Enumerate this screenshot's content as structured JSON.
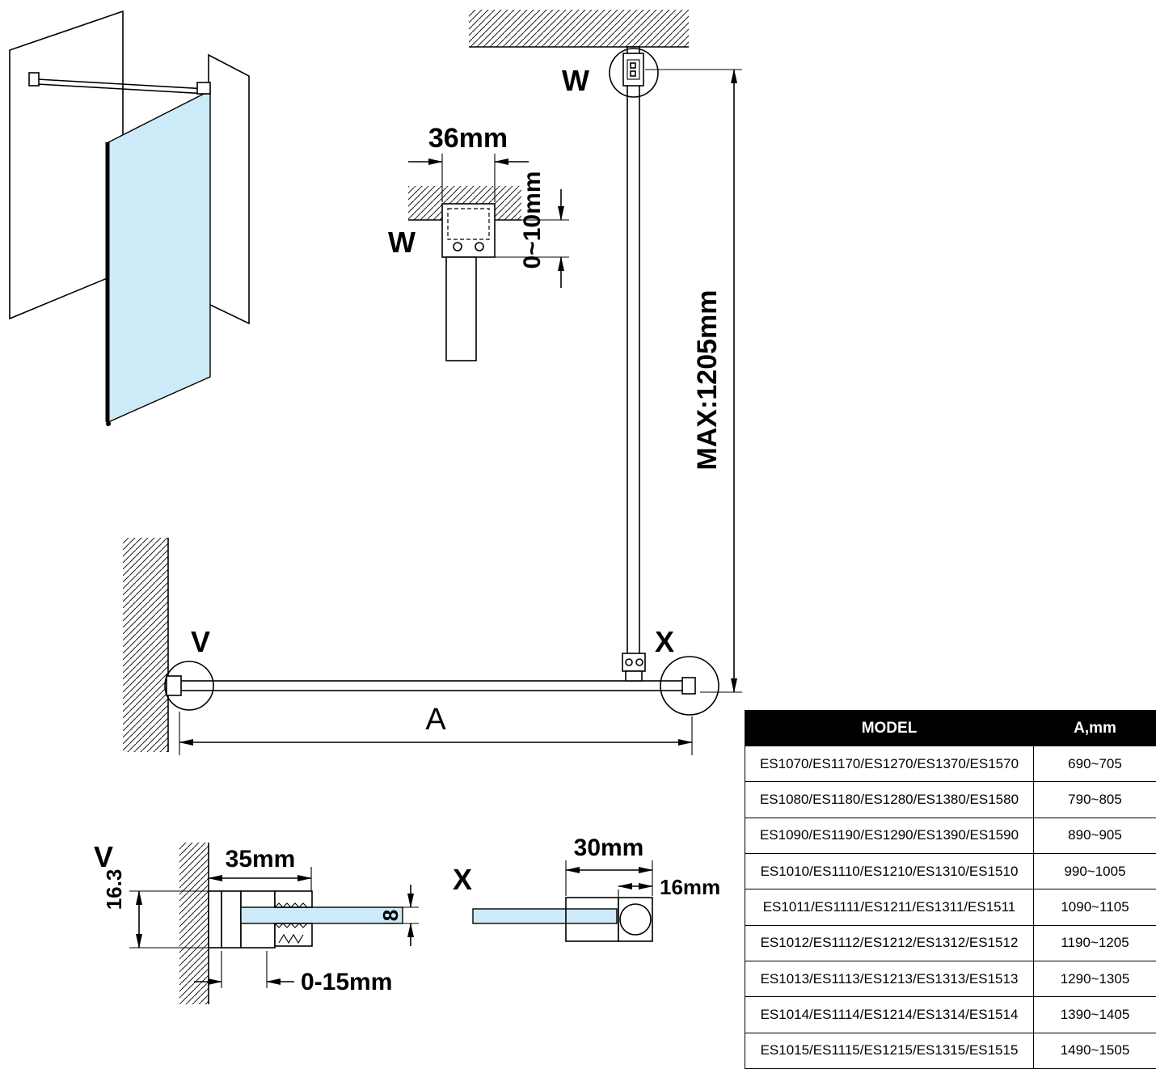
{
  "labels": {
    "w": "W",
    "v": "V",
    "x": "X",
    "a": "A",
    "dim36": "36mm",
    "dim010": "0~10mm",
    "max": "MAX:1205mm",
    "dim35": "35mm",
    "dim163": "16.3",
    "dim8": "8",
    "dim015": "0-15mm",
    "dim30": "30mm",
    "dim16": "16mm"
  },
  "colors": {
    "glass": "#cdeaf9",
    "line": "#000000"
  },
  "table": {
    "headers": [
      "MODEL",
      "A,mm"
    ],
    "rows": [
      {
        "model": "ES1070/ES1170/ES1270/ES1370/ES1570",
        "a": "690~705"
      },
      {
        "model": "ES1080/ES1180/ES1280/ES1380/ES1580",
        "a": "790~805"
      },
      {
        "model": "ES1090/ES1190/ES1290/ES1390/ES1590",
        "a": "890~905"
      },
      {
        "model": "ES1010/ES1110/ES1210/ES1310/ES1510",
        "a": "990~1005"
      },
      {
        "model": "ES1011/ES1111/ES1211/ES1311/ES1511",
        "a": "1090~1105"
      },
      {
        "model": "ES1012/ES1112/ES1212/ES1312/ES1512",
        "a": "1190~1205"
      },
      {
        "model": "ES1013/ES1113/ES1213/ES1313/ES1513",
        "a": "1290~1305"
      },
      {
        "model": "ES1014/ES1114/ES1214/ES1314/ES1514",
        "a": "1390~1405"
      },
      {
        "model": "ES1015/ES1115/ES1215/ES1315/ES1515",
        "a": "1490~1505"
      }
    ]
  }
}
